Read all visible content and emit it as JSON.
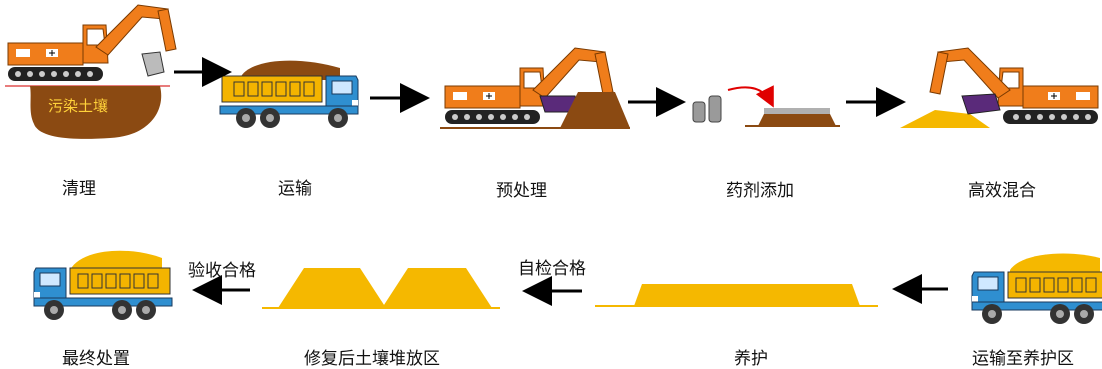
{
  "steps": {
    "clean": "清理",
    "transport": "运输",
    "pretreat": "预处理",
    "additive": "药剂添加",
    "mixing": "高效混合",
    "to_curing": "运输至养护区",
    "curing": "养护",
    "storage": "修复后土壤堆放区",
    "final": "最终处置"
  },
  "soil_label": "污染土壤",
  "arrow_labels": {
    "self_check": "自检合格",
    "acceptance": "验收合格"
  },
  "colors": {
    "excavator": "#f07d1b",
    "soil_brown": "#8b4a12",
    "yellow_soil": "#f5b800",
    "truck_cab": "#2f8fd0",
    "truck_bed": "#f4b400"
  }
}
